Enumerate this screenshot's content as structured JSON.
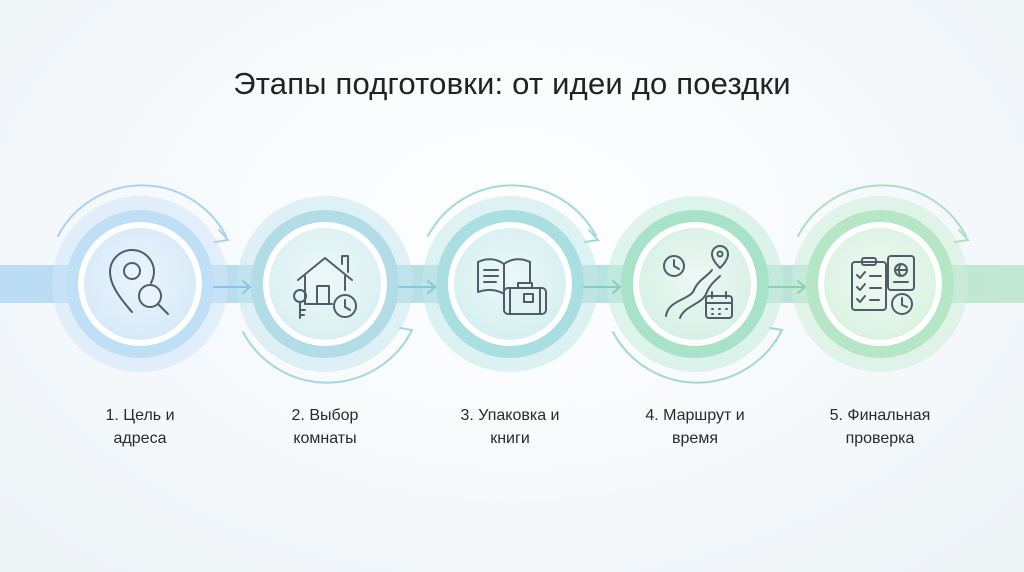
{
  "title": "Этапы подготовки: от идеи до поездки",
  "steps": [
    {
      "line1": "1. Цель и",
      "line2": "адреса",
      "icon": "location-search-icon",
      "color": "#7db8e8"
    },
    {
      "line1": "2. Выбор",
      "line2": "комнаты",
      "icon": "house-key-clock-icon",
      "color": "#86c7d8"
    },
    {
      "line1": "3. Упаковка и",
      "line2": "книги",
      "icon": "book-suitcase-icon",
      "color": "#7fc8cf"
    },
    {
      "line1": "4. Маршрут и",
      "line2": "время",
      "icon": "route-calendar-icon",
      "color": "#7ecfb8"
    },
    {
      "line1": "5. Финальная",
      "line2": "проверка",
      "icon": "checklist-passport-icon",
      "color": "#8ed6b0"
    }
  ]
}
